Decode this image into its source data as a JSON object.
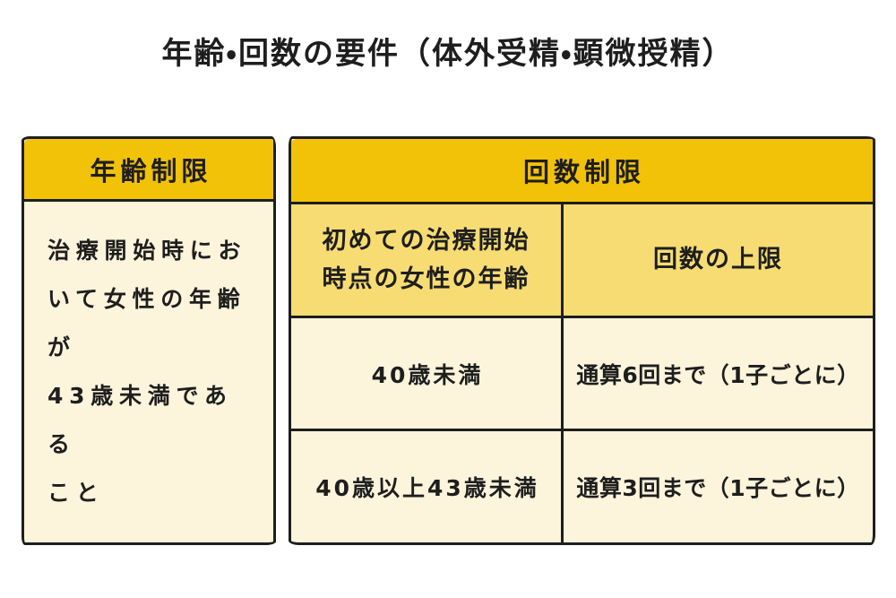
{
  "title": "年齢・回数の要件（体外受精・顕微授精）",
  "colors": {
    "header_gold": "#F1C208",
    "subheader_yellow": "#F6DC73",
    "cell_cream": "#FCF4DB",
    "border_ink": "#1e1e1e",
    "background": "#ffffff"
  },
  "age_table": {
    "header": "年齢制限",
    "body_lines": [
      "治療開始時にお",
      "いて女性の年齢が",
      "43歳未満である",
      "こと"
    ]
  },
  "count_table": {
    "header": "回数制限",
    "age_col_header_lines": [
      "初めての治療開始",
      "時点の女性の年齢"
    ],
    "limit_col_header": "回数の上限",
    "rows": [
      {
        "age": "40歳未満",
        "limit": "通算6回まで（1子ごとに）"
      },
      {
        "age": "40歳以上43歳未満",
        "limit": "通算3回まで（1子ごとに）"
      }
    ]
  }
}
